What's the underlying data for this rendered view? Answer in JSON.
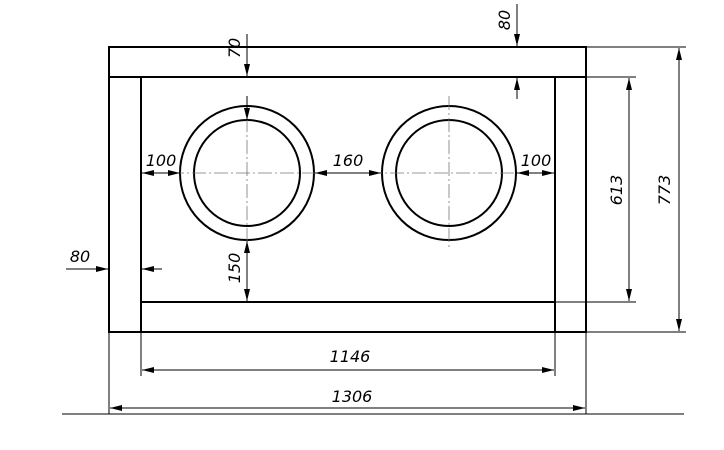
{
  "drawing": {
    "dimensions": {
      "overall_width": "1306",
      "inner_width": "1146",
      "overall_height": "773",
      "inner_height": "613",
      "top_frame": "80",
      "top_gap": "70",
      "left_frame": "80",
      "left_gap": "100",
      "hole_spacing": "160",
      "right_gap": "100",
      "bottom_gap": "150"
    }
  }
}
